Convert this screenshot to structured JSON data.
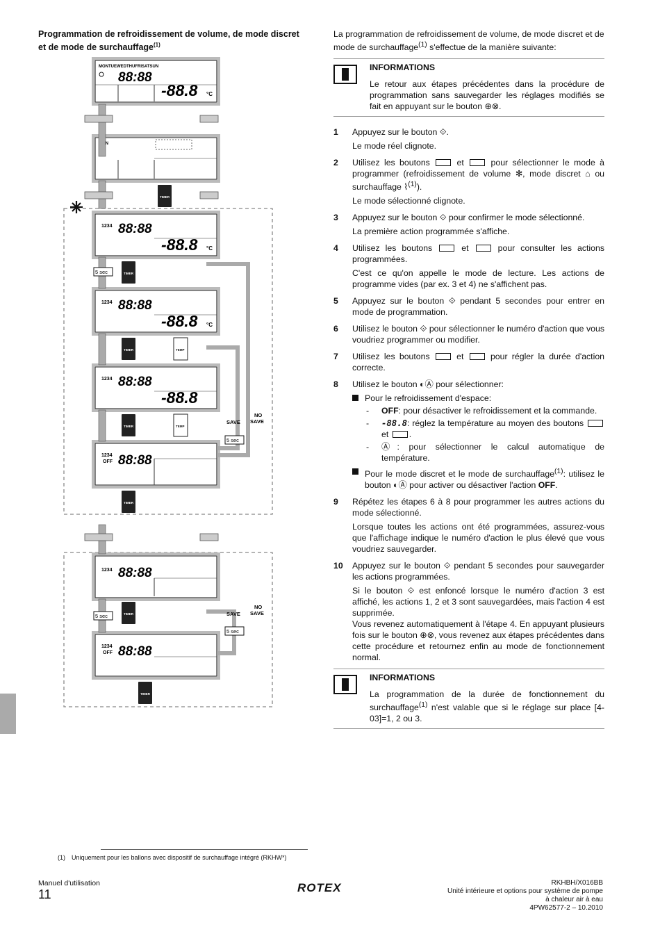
{
  "left": {
    "title_line1": "Programmation de refroidissement de volume, de mode discret",
    "title_line2": "et de mode de surchauffage",
    "title_sup": "(1)"
  },
  "diagram": {
    "days": "MONTUEWEDTHUFRISATSUN",
    "time": "88:88",
    "temp": "-88.8",
    "temp_unit": "°C",
    "mon": "MON",
    "action": "1234",
    "off": "OFF",
    "five_sec": "5 sec",
    "save": "SAVE",
    "no_save_1": "NO",
    "no_save_2": "SAVE",
    "timer": "TIMER",
    "temp_btn": "TEMP"
  },
  "intro": {
    "text_a": "La programmation de refroidissement de volume, de mode discret et de mode de surchauffage",
    "sup": "(1)",
    "text_b": " s'effectue de la manière suivante:"
  },
  "info1": {
    "head": "INFORMATIONS",
    "text": "Le retour aux étapes précédentes dans la procédure de programmation sans sauvegarder les réglages modifiés se fait en appuyant sur le bouton ⊕⊗."
  },
  "steps": [
    {
      "num": "1",
      "text": "Appuyez sur le bouton ⟐.",
      "sub": "Le mode réel clignote."
    },
    {
      "num": "2",
      "text_a": "Utilisez les boutons",
      "text_b": "et",
      "text_c": "pour sélectionner le mode à programmer (refroidissement de volume ✻, mode discret ⌂ ou surchauffage ⌇",
      "sup": "(1)",
      "text_d": ").",
      "sub": "Le mode sélectionné clignote."
    },
    {
      "num": "3",
      "text": "Appuyez sur le bouton ⟐ pour confirmer le mode sélectionné.",
      "sub": "La première action programmée s'affiche."
    },
    {
      "num": "4",
      "text_a": "Utilisez les boutons",
      "text_b": "et",
      "text_c": "pour consulter les actions programmées.",
      "sub": "C'est ce qu'on appelle le mode de lecture. Les actions de programme vides (par ex. 3 et 4) ne s'affichent pas."
    },
    {
      "num": "5",
      "text": "Appuyez sur le bouton ⟐ pendant 5 secondes pour entrer en mode de programmation."
    },
    {
      "num": "6",
      "text": "Utilisez le bouton ⟐ pour sélectionner le numéro d'action que vous voudriez programmer ou modifier."
    },
    {
      "num": "7",
      "text_a": "Utilisez les boutons",
      "text_b": "et",
      "text_c": "pour régler la durée d'action correcte."
    },
    {
      "num": "8",
      "text": "Utilisez le bouton ◐Ⓐ pour sélectionner:"
    },
    {
      "num": "9",
      "text": "Répétez les étapes 6 à 8 pour programmer les autres actions du mode sélectionné.",
      "sub": "Lorsque toutes les actions ont été programmées, assurez-vous que l'affichage indique le numéro d'action le plus élevé que vous voudriez sauvegarder."
    },
    {
      "num": "10",
      "text": "Appuyez sur le bouton ⟐ pendant 5 secondes pour sauvegarder les actions programmées.",
      "sub": "Si le bouton ⟐ est enfoncé lorsque le numéro d'action 3 est affiché, les actions 1, 2 et 3 sont sauvegardées, mais l'action 4 est supprimée.",
      "sub2": "Vous revenez automatiquement à l'étape 4. En appuyant plusieurs fois sur le bouton ⊕⊗, vous revenez aux étapes précédentes dans cette procédure et retournez enfin au mode de fonctionnement normal."
    }
  ],
  "step8": {
    "bullet1": "Pour le refroidissement d'espace:",
    "dash1_b": "OFF",
    "dash1": ": pour désactiver le refroidissement et la commande.",
    "dash2_b": "-88.8",
    "dash2": ": réglez la température au moyen des boutons",
    "dash2_c": "et",
    "dash3": "Ⓐ: pour sélectionner le calcul automatique de température.",
    "bullet2_a": "Pour le mode discret et le mode de surchauffage",
    "bullet2_sup": "(1)",
    "bullet2_b": ": utilisez le bouton ◐Ⓐ pour activer ou désactiver l'action",
    "bullet2_c": "OFF",
    "bullet2_d": "."
  },
  "info2": {
    "head": "INFORMATIONS",
    "text_a": "La programmation de la durée de fonctionnement du surchauffage",
    "sup": "(1)",
    "text_b": " n'est valable que si le réglage sur place [4-03]=1, 2 ou 3."
  },
  "footnote": {
    "num": "(1)",
    "text": "Uniquement pour les ballons avec dispositif de surchauffage intégré (RKHW*)"
  },
  "footer": {
    "manual": "Manuel d'utilisation",
    "page": "11",
    "logo": "ROTEX",
    "r1": "RKHBH/X016BB",
    "r2": "Unité intérieure et options pour système de pompe",
    "r3": "à chaleur air à eau",
    "r4": "4PW62577-2 – 10.2010"
  }
}
